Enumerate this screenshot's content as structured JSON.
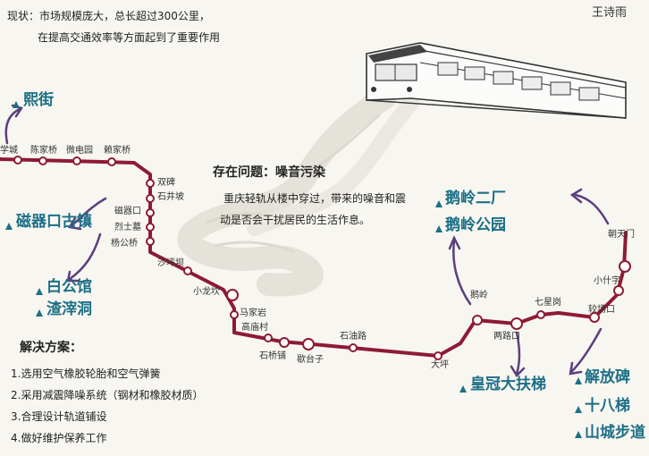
{
  "header": {
    "line1": "现状：市场规模庞大，总长超过300公里，",
    "line2": "在提高交通效率等方面起到了重要作用",
    "author": "王诗雨"
  },
  "issue": {
    "title": "存在问题：噪音污染",
    "line1": "重庆轻轨从楼中穿过，带来的噪音和震",
    "line2": "动是否会干扰居民的生活作息。"
  },
  "solution": {
    "title": "解决方案：",
    "items": [
      "1.选用空气橡胶轮胎和空气弹簧",
      "2.采用减震降噪系统（钢材和橡胶材质）",
      "3.合理设计轨道铺设",
      "4.做好维护保养工作"
    ]
  },
  "stations": [
    "学城",
    "陈家桥",
    "微电园",
    "赖家桥",
    "双碑",
    "石井坡",
    "磁器口",
    "烈士墓",
    "杨公桥",
    "沙坪坝",
    "小龙坎",
    "马家岩",
    "高庙村",
    "石桥铺",
    "歇台子",
    "石油路",
    "大坪",
    "鹅岭",
    "两路口",
    "七星岗",
    "较场口",
    "小什字",
    "朝天门"
  ],
  "attractions": {
    "shiyan": "熙街",
    "ciqikou": "磁器口古镇",
    "baigong": "白公馆",
    "zhazi": "渣滓洞",
    "eling1": "鹅岭二厂",
    "eling2": "鹅岭公园",
    "huangguan": "皇冠大扶梯",
    "jiefangbei": "解放碑",
    "shibati": "十八梯",
    "shancheng": "山城步道"
  },
  "colors": {
    "line": "#8e1a34",
    "teal": "#1d6f86",
    "arrow": "#5b3f7d"
  }
}
